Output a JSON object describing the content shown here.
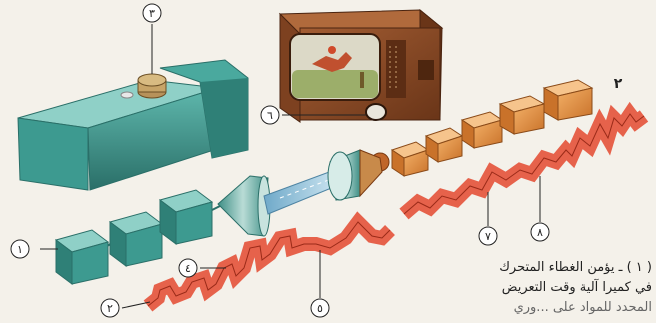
{
  "labels": {
    "c1": "١",
    "c2": "٢",
    "c3": "٣",
    "c4": "٤",
    "c5": "٥",
    "c6": "٦",
    "c7": "٧",
    "c8": "٨",
    "top_number": "٢"
  },
  "caption": {
    "line1": "( ١ ) ـ يؤمن الغطاء المتحرك",
    "line2": "في كميرا آلية وقت التعريض",
    "line3": "المحدد للمواد على ...وري"
  },
  "colors": {
    "teal": "#3d9a90",
    "teal_dark": "#2a6f68",
    "signal_red": "#e4523a",
    "tv_wood": "#8a4a28",
    "orange_cube": "#e8963f"
  }
}
